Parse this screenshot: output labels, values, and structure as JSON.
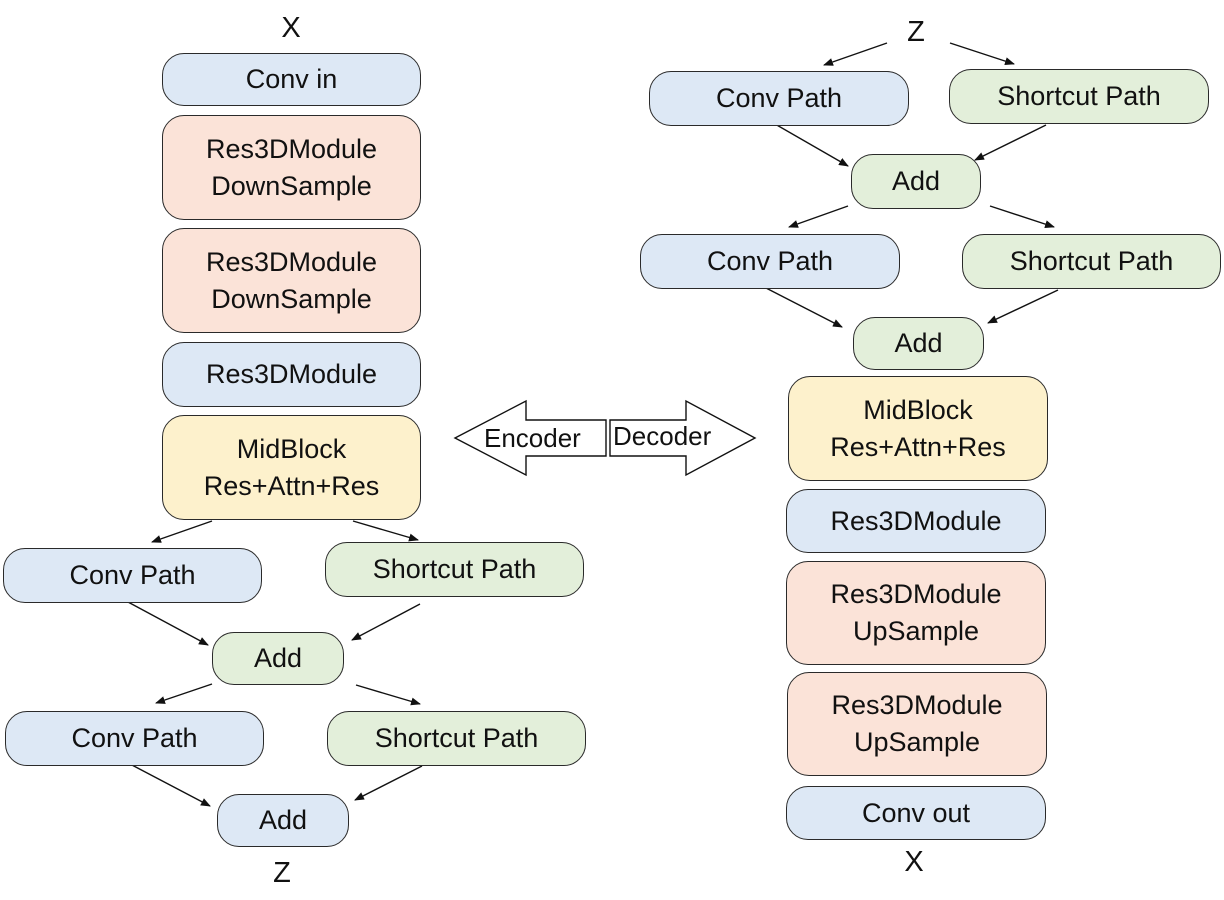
{
  "encoder": {
    "input_label": "X",
    "output_label": "Z",
    "conv_in": "Conv in",
    "res_down_1": [
      "Res3DModule",
      "DownSample"
    ],
    "res_down_2": [
      "Res3DModule",
      "DownSample"
    ],
    "res3d": "Res3DModule",
    "midblock": [
      "MidBlock",
      "Res+Attn+Res"
    ],
    "stage1": {
      "conv_path": "Conv Path",
      "shortcut_path": "Shortcut Path",
      "add": "Add"
    },
    "stage2": {
      "conv_path": "Conv Path",
      "shortcut_path": "Shortcut Path",
      "add": "Add"
    }
  },
  "center": {
    "encoder_label": "Encoder",
    "decoder_label": "Decoder"
  },
  "decoder": {
    "input_label": "Z",
    "output_label": "X",
    "stage1": {
      "conv_path": "Conv Path",
      "shortcut_path": "Shortcut Path",
      "add": "Add"
    },
    "stage2": {
      "conv_path": "Conv Path",
      "shortcut_path": "Shortcut Path",
      "add": "Add"
    },
    "midblock": [
      "MidBlock",
      "Res+Attn+Res"
    ],
    "res3d": "Res3DModule",
    "res_up_1": [
      "Res3DModule",
      "UpSample"
    ],
    "res_up_2": [
      "Res3DModule",
      "UpSample"
    ],
    "conv_out": "Conv out"
  },
  "colors": {
    "conv_blue": "#dde8f5",
    "shortcut_green": "#e3efda",
    "sample_orange": "#fbe3d8",
    "midblock_yellow": "#fdf1cc"
  }
}
